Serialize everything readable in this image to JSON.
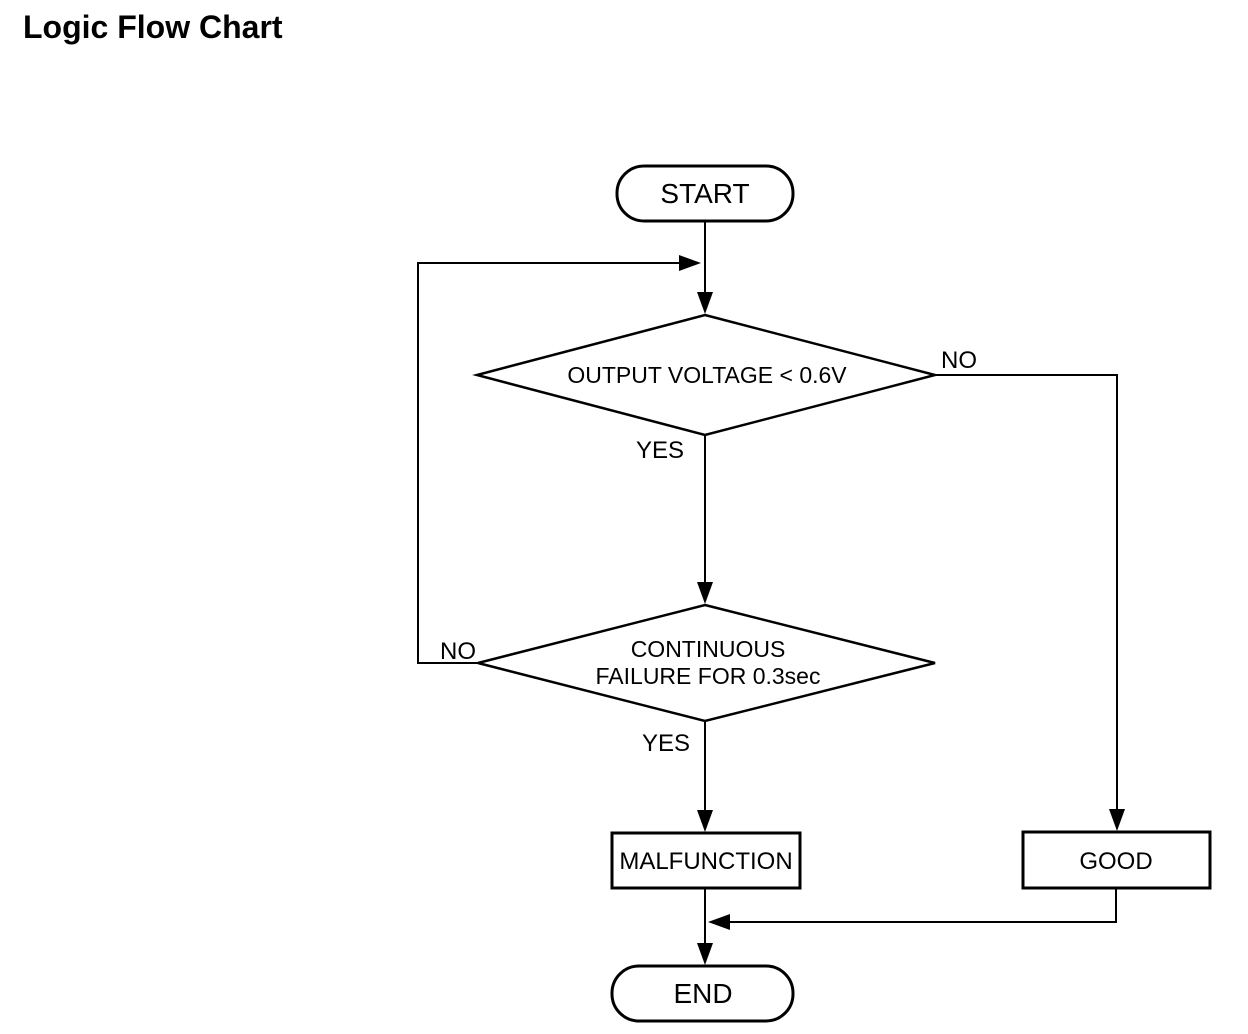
{
  "page": {
    "title": "Logic Flow Chart"
  },
  "flowchart": {
    "nodes": {
      "start": {
        "type": "terminator",
        "label": "START"
      },
      "decision_voltage": {
        "type": "decision",
        "label": "OUTPUT VOLTAGE < 0.6V"
      },
      "decision_failure": {
        "type": "decision",
        "label_line1": "CONTINUOUS",
        "label_line2": "FAILURE FOR 0.3sec"
      },
      "malfunction": {
        "type": "process",
        "label": "MALFUNCTION"
      },
      "good": {
        "type": "process",
        "label": "GOOD"
      },
      "end": {
        "type": "terminator",
        "label": "END"
      }
    },
    "edge_labels": {
      "voltage_no": "NO",
      "voltage_yes": "YES",
      "failure_no": "NO",
      "failure_yes": "YES"
    },
    "colors": {
      "stroke": "#000000",
      "fill": "#ffffff",
      "text": "#000000",
      "background": "#ffffff"
    }
  }
}
